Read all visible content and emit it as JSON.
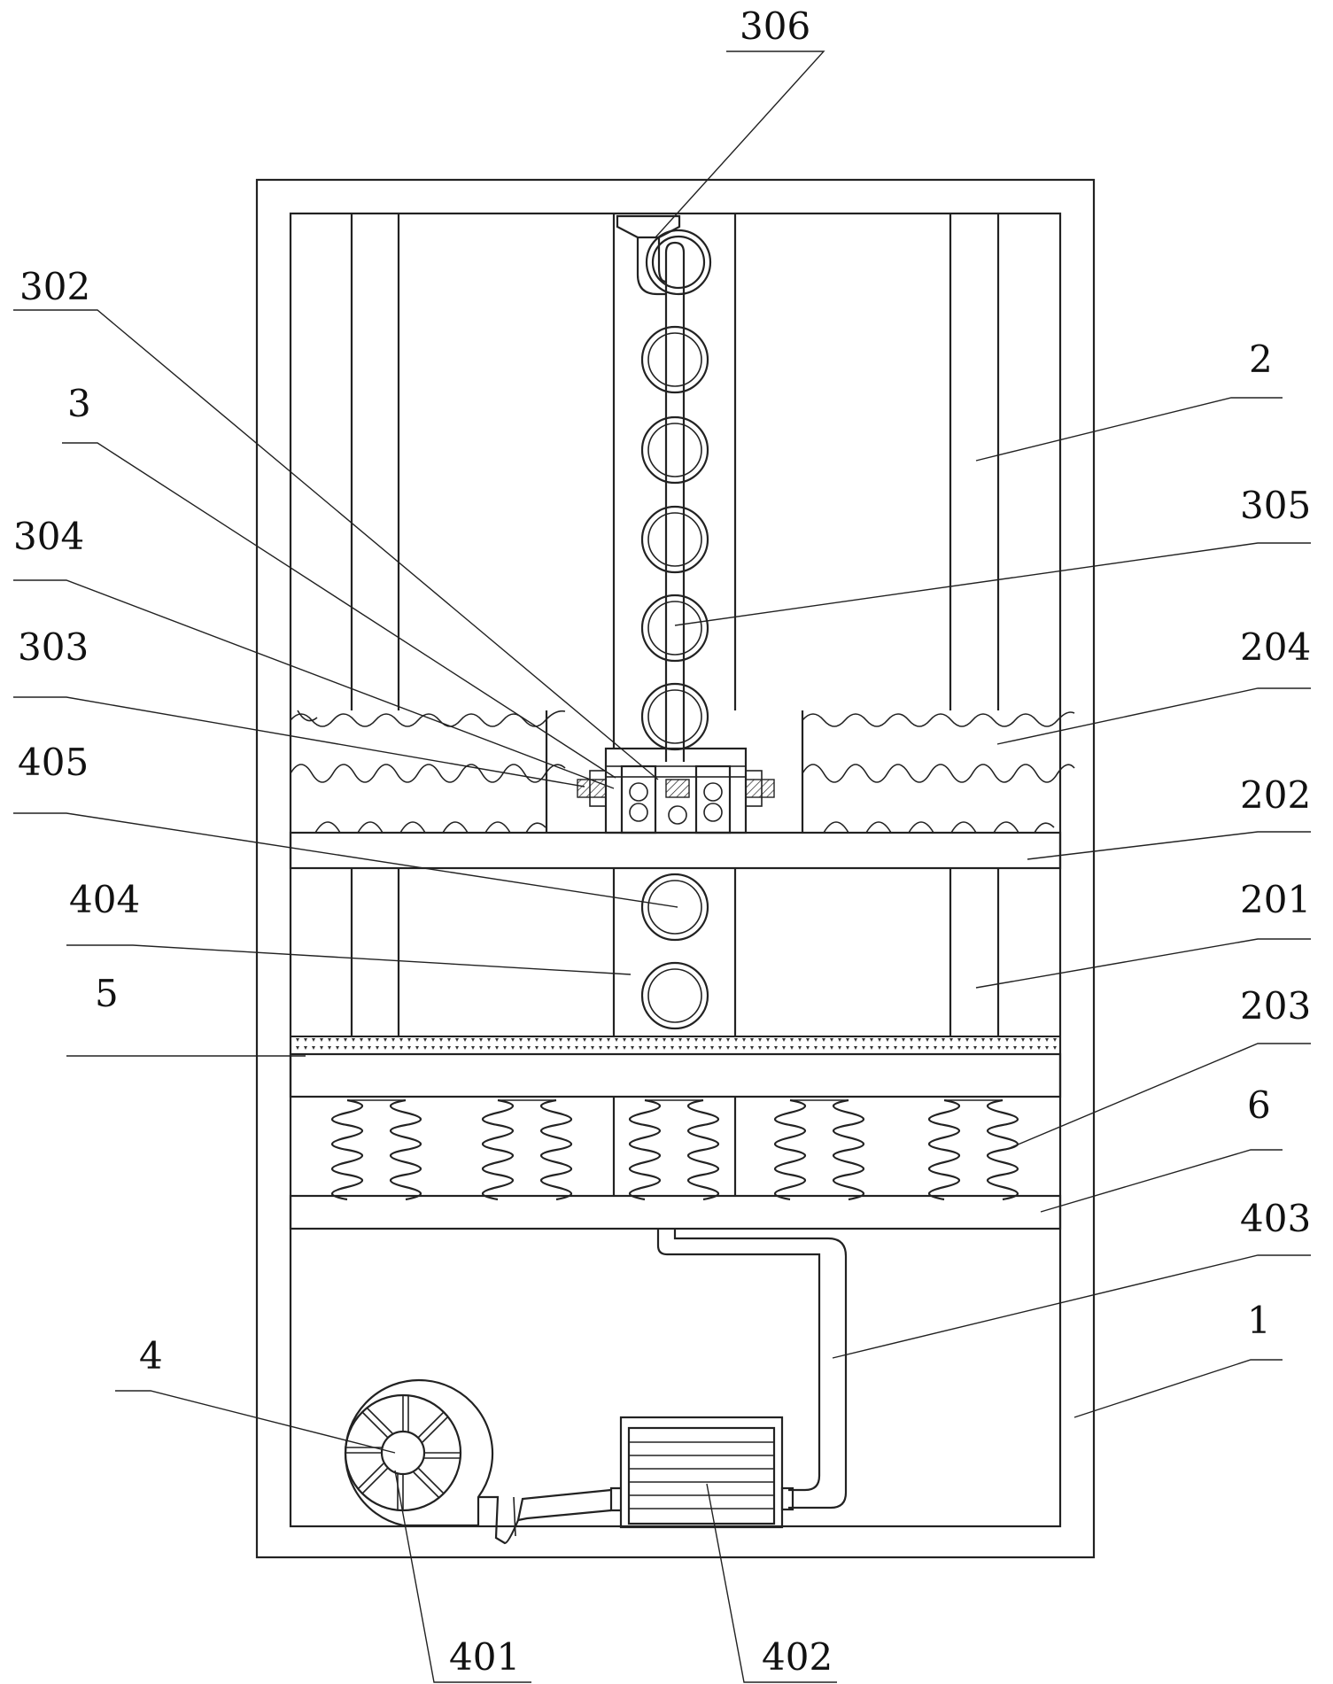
{
  "figure": {
    "labels": {
      "l306": "306",
      "l302": "302",
      "l3": "3",
      "l304": "304",
      "l303": "303",
      "l405": "405",
      "l404": "404",
      "l5": "5",
      "l4": "4",
      "l401": "401",
      "l402": "402",
      "l2": "2",
      "l305": "305",
      "l204": "204",
      "l202": "202",
      "l201": "201",
      "l203": "203",
      "l6": "6",
      "l403": "403",
      "l1": "1"
    }
  },
  "colors": {
    "line": "#222222",
    "background": "#ffffff"
  }
}
